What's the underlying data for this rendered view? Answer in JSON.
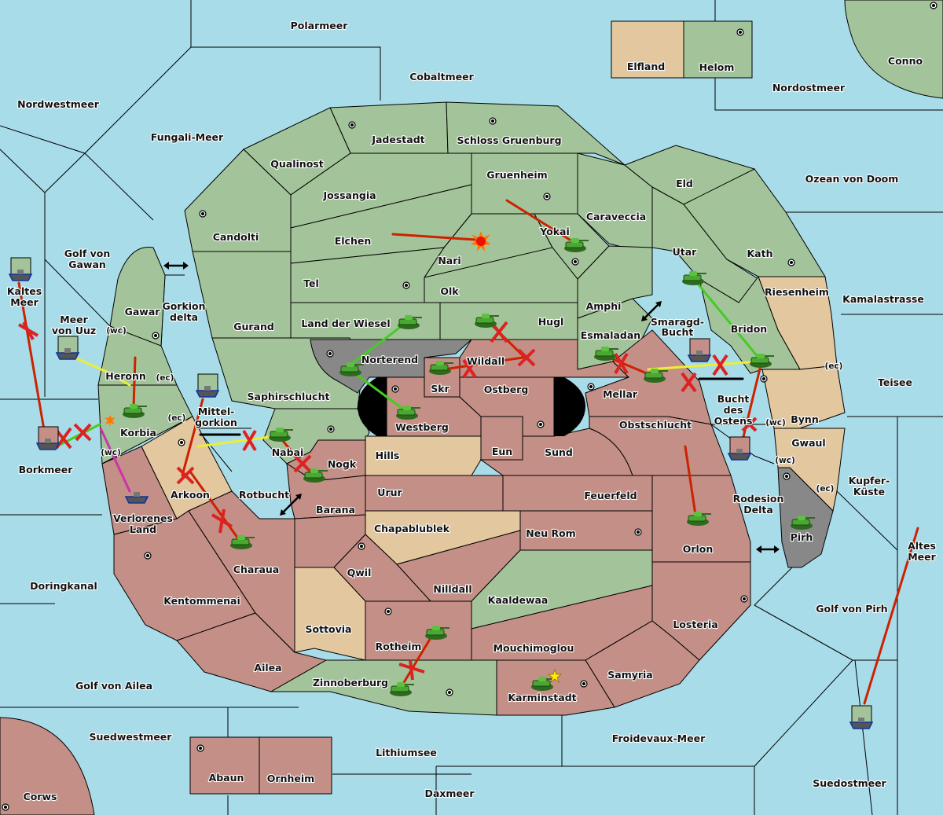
{
  "map": {
    "title": "Diplomacy map",
    "colors": {
      "sea": "#a8dce9",
      "green_power": "#a3c49a",
      "red_power": "#c38f86",
      "neutral": "#e2c79f",
      "impassable": "#888888",
      "move_order": "#cc2200",
      "support_order": "#44cc22",
      "convoy_order": "#eeee33",
      "retreat_order": "#cc33aa",
      "failed_marker": "#dd2222"
    }
  },
  "provinces": [
    {
      "name": "Polarmeer",
      "type": "sea"
    },
    {
      "name": "Cobaltmeer",
      "type": "sea"
    },
    {
      "name": "Nordwestmeer",
      "type": "sea"
    },
    {
      "name": "Fungali-Meer",
      "type": "sea"
    },
    {
      "name": "Nordostmeer",
      "type": "sea"
    },
    {
      "name": "Ozean von Doom",
      "type": "sea"
    },
    {
      "name": "Kamalastrasse",
      "type": "sea"
    },
    {
      "name": "Teisee",
      "type": "sea"
    },
    {
      "name": "Kupfer-Küste",
      "type": "sea"
    },
    {
      "name": "Altes Meer",
      "type": "sea"
    },
    {
      "name": "Golf von Pirh",
      "type": "sea"
    },
    {
      "name": "Suedostmeer",
      "type": "sea"
    },
    {
      "name": "Froidevaux-Meer",
      "type": "sea"
    },
    {
      "name": "Daxmeer",
      "type": "sea"
    },
    {
      "name": "Lithiumsee",
      "type": "sea"
    },
    {
      "name": "Suedwestmeer",
      "type": "sea"
    },
    {
      "name": "Golf von Ailea",
      "type": "sea"
    },
    {
      "name": "Doringkanal",
      "type": "sea"
    },
    {
      "name": "Borkmeer",
      "type": "sea"
    },
    {
      "name": "Kaltes Meer",
      "type": "sea"
    },
    {
      "name": "Meer von Uuz",
      "type": "sea"
    },
    {
      "name": "Golf von Gawan",
      "type": "sea"
    },
    {
      "name": "Gorkion delta",
      "type": "sea"
    },
    {
      "name": "Mittel-gorkion",
      "type": "sea"
    },
    {
      "name": "Rotbucht",
      "type": "sea"
    },
    {
      "name": "Smaragd-Bucht",
      "type": "sea"
    },
    {
      "name": "Bucht des Ostens",
      "type": "sea"
    },
    {
      "name": "Rodesion Delta",
      "type": "sea"
    },
    {
      "name": "Elfland",
      "type": "land",
      "owner": "neutral"
    },
    {
      "name": "Helom",
      "type": "land",
      "owner": "green",
      "supply": true
    },
    {
      "name": "Conno",
      "type": "land",
      "owner": "green",
      "supply": true
    },
    {
      "name": "Jadestadt",
      "type": "land",
      "owner": "green",
      "supply": true
    },
    {
      "name": "Schloss Gruenburg",
      "type": "land",
      "owner": "green",
      "supply": true
    },
    {
      "name": "Qualinost",
      "type": "land",
      "owner": "green"
    },
    {
      "name": "Jossangia",
      "type": "land",
      "owner": "green"
    },
    {
      "name": "Gruenheim",
      "type": "land",
      "owner": "green",
      "supply": true
    },
    {
      "name": "Caraveccia",
      "type": "land",
      "owner": "green"
    },
    {
      "name": "Eld",
      "type": "land",
      "owner": "green"
    },
    {
      "name": "Candolti",
      "type": "land",
      "owner": "green",
      "supply": true
    },
    {
      "name": "Elchen",
      "type": "land",
      "owner": "green"
    },
    {
      "name": "Nari",
      "type": "land",
      "owner": "green"
    },
    {
      "name": "Yokai",
      "type": "land",
      "owner": "green",
      "supply": true
    },
    {
      "name": "Utar",
      "type": "land",
      "owner": "green"
    },
    {
      "name": "Kath",
      "type": "land",
      "owner": "green",
      "supply": true
    },
    {
      "name": "Tel",
      "type": "land",
      "owner": "green",
      "supply": true
    },
    {
      "name": "Olk",
      "type": "land",
      "owner": "green"
    },
    {
      "name": "Amphi",
      "type": "land",
      "owner": "green"
    },
    {
      "name": "Riesenheim",
      "type": "land",
      "owner": "neutral"
    },
    {
      "name": "Gurand",
      "type": "land",
      "owner": "green"
    },
    {
      "name": "Land der Wiesel",
      "type": "land",
      "owner": "green"
    },
    {
      "name": "Hugl",
      "type": "land",
      "owner": "green"
    },
    {
      "name": "Esmaladan",
      "type": "land",
      "owner": "green"
    },
    {
      "name": "Bridon",
      "type": "land",
      "owner": "green",
      "supply": true
    },
    {
      "name": "Gawar",
      "type": "land",
      "owner": "green",
      "supply": true
    },
    {
      "name": "Heronn",
      "type": "land",
      "owner": "green"
    },
    {
      "name": "Korbia",
      "type": "land",
      "owner": "green"
    },
    {
      "name": "Norterend",
      "type": "land",
      "owner": "impassable",
      "supply": true
    },
    {
      "name": "Saphirschlucht",
      "type": "land",
      "owner": "green"
    },
    {
      "name": "Nabai",
      "type": "land",
      "owner": "green",
      "supply": true
    },
    {
      "name": "Skr",
      "type": "land",
      "owner": "red"
    },
    {
      "name": "Wildall",
      "type": "land",
      "owner": "red"
    },
    {
      "name": "Ostberg",
      "type": "land",
      "owner": "red",
      "supply": true
    },
    {
      "name": "Westberg",
      "type": "land",
      "owner": "red",
      "supply": true
    },
    {
      "name": "Mellar",
      "type": "land",
      "owner": "red",
      "supply": true
    },
    {
      "name": "Obstschlucht",
      "type": "land",
      "owner": "red"
    },
    {
      "name": "Eun",
      "type": "land",
      "owner": "red"
    },
    {
      "name": "Sund",
      "type": "land",
      "owner": "red",
      "supply": true
    },
    {
      "name": "Hills",
      "type": "land",
      "owner": "neutral"
    },
    {
      "name": "Nogk",
      "type": "land",
      "owner": "red"
    },
    {
      "name": "Arkoon",
      "type": "land",
      "owner": "neutral",
      "supply": true
    },
    {
      "name": "Verlorenes Land",
      "type": "land",
      "owner": "red"
    },
    {
      "name": "Barana",
      "type": "land",
      "owner": "red"
    },
    {
      "name": "Urur",
      "type": "land",
      "owner": "red"
    },
    {
      "name": "Feuerfeld",
      "type": "land",
      "owner": "red"
    },
    {
      "name": "Chapablublek",
      "type": "land",
      "owner": "neutral"
    },
    {
      "name": "Neu Rom",
      "type": "land",
      "owner": "red",
      "supply": true
    },
    {
      "name": "Charaua",
      "type": "land",
      "owner": "red"
    },
    {
      "name": "Qwil",
      "type": "land",
      "owner": "red",
      "supply": true
    },
    {
      "name": "Nilldall",
      "type": "land",
      "owner": "red"
    },
    {
      "name": "Kaaldewaa",
      "type": "land",
      "owner": "green"
    },
    {
      "name": "Orlon",
      "type": "land",
      "owner": "red",
      "supply": true
    },
    {
      "name": "Kentommenai",
      "type": "land",
      "owner": "red",
      "supply": true
    },
    {
      "name": "Sottovia",
      "type": "land",
      "owner": "neutral"
    },
    {
      "name": "Rotheim",
      "type": "land",
      "owner": "red",
      "supply": true
    },
    {
      "name": "Mouchimoglou",
      "type": "land",
      "owner": "red"
    },
    {
      "name": "Losteria",
      "type": "land",
      "owner": "red",
      "supply": true
    },
    {
      "name": "Ailea",
      "type": "land",
      "owner": "red"
    },
    {
      "name": "Zinnoberburg",
      "type": "land",
      "owner": "green",
      "supply": true
    },
    {
      "name": "Karminstadt",
      "type": "land",
      "owner": "red",
      "supply": true
    },
    {
      "name": "Samyria",
      "type": "land",
      "owner": "red"
    },
    {
      "name": "Bynn",
      "type": "land",
      "owner": "neutral"
    },
    {
      "name": "Gwaul",
      "type": "land",
      "owner": "neutral"
    },
    {
      "name": "Pirh",
      "type": "land",
      "owner": "impassable",
      "supply": true
    },
    {
      "name": "Abaun",
      "type": "land",
      "owner": "red",
      "supply": true
    },
    {
      "name": "Ornheim",
      "type": "land",
      "owner": "red"
    },
    {
      "name": "Corws",
      "type": "land",
      "owner": "red",
      "supply": true
    }
  ],
  "labels": {
    "polarmeer": "Polarmeer",
    "cobaltmeer": "Cobaltmeer",
    "nordwestmeer": "Nordwestmeer",
    "fungali": "Fungali-Meer",
    "nordostmeer": "Nordostmeer",
    "ozean": "Ozean von Doom",
    "kamala": "Kamalastrasse",
    "teisee": "Teisee",
    "kupfer1": "Kupfer-",
    "kupfer2": "Küste",
    "altes1": "Altes",
    "altes2": "Meer",
    "golfpirh": "Golf von Pirh",
    "suedostmeer": "Suedostmeer",
    "froidevaux": "Froidevaux-Meer",
    "daxmeer": "Daxmeer",
    "lithiumsee": "Lithiumsee",
    "suedwestmeer": "Suedwestmeer",
    "golfailea": "Golf von Ailea",
    "doringkanal": "Doringkanal",
    "borkmeer": "Borkmeer",
    "kaltes1": "Kaltes",
    "kaltes2": "Meer",
    "uuz1": "Meer",
    "uuz2": "von Uuz",
    "gawan1": "Golf von",
    "gawan2": "Gawan",
    "gorkion1": "Gorkion",
    "gorkion2": "delta",
    "mittel1": "Mittel-",
    "mittel2": "gorkion",
    "rotbucht": "Rotbucht",
    "smaragd1": "Smaragd-",
    "smaragd2": "Bucht",
    "bucht1": "Bucht",
    "bucht2": "des",
    "bucht3": "Ostens",
    "rodesion1": "Rodesion",
    "rodesion2": "Delta",
    "elfland": "Elfland",
    "helom": "Helom",
    "conno": "Conno",
    "jadestadt": "Jadestadt",
    "schloss": "Schloss Gruenburg",
    "qualinost": "Qualinost",
    "jossangia": "Jossangia",
    "gruenheim": "Gruenheim",
    "caraveccia": "Caraveccia",
    "eld": "Eld",
    "candolti": "Candolti",
    "elchen": "Elchen",
    "nari": "Nari",
    "yokai": "Yokai",
    "utar": "Utar",
    "kath": "Kath",
    "tel": "Tel",
    "olk": "Olk",
    "amphi": "Amphi",
    "riesenheim": "Riesenheim",
    "gurand": "Gurand",
    "wiesel": "Land der Wiesel",
    "hugl": "Hugl",
    "esmaladan": "Esmaladan",
    "bridon": "Bridon",
    "gawar": "Gawar",
    "heronn": "Heronn",
    "korbia": "Korbia",
    "norterend": "Norterend",
    "saphir": "Saphirschlucht",
    "nabai": "Nabai",
    "skr": "Skr",
    "wildall": "Wildall",
    "ostberg": "Ostberg",
    "westberg": "Westberg",
    "mellar": "Mellar",
    "obst": "Obstschlucht",
    "eun": "Eun",
    "sund": "Sund",
    "hills": "Hills",
    "nogk": "Nogk",
    "arkoon": "Arkoon",
    "verl1": "Verlorenes",
    "verl2": "Land",
    "barana": "Barana",
    "urur": "Urur",
    "feuerfeld": "Feuerfeld",
    "chapa": "Chapablublek",
    "neurom": "Neu Rom",
    "charaua": "Charaua",
    "qwil": "Qwil",
    "nilldall": "Nilldall",
    "kaaldewaa": "Kaaldewaa",
    "orlon": "Orlon",
    "kentommenai": "Kentommenai",
    "sottovia": "Sottovia",
    "rotheim": "Rotheim",
    "mouchi": "Mouchimoglou",
    "losteria": "Losteria",
    "ailea": "Ailea",
    "zinnoberburg": "Zinnoberburg",
    "karminstadt": "Karminstadt",
    "samyria": "Samyria",
    "bynn": "Bynn",
    "gwaul": "Gwaul",
    "pirh": "Pirh",
    "abaun": "Abaun",
    "ornheim": "Ornheim",
    "corws": "Corws",
    "wc": "(wc)",
    "ec": "(ec)"
  },
  "units": [
    {
      "type": "fleet",
      "location": "Kaltes Meer",
      "owner": "green"
    },
    {
      "type": "fleet",
      "location": "Meer von Uuz",
      "owner": "green"
    },
    {
      "type": "fleet",
      "location": "Borkmeer",
      "owner": "red"
    },
    {
      "type": "fleet",
      "location": "Mittel-gorkion",
      "owner": "green"
    },
    {
      "type": "fleet",
      "location": "Verlorenes Land",
      "owner": "dislodged"
    },
    {
      "type": "fleet",
      "location": "Smaragd-Bucht",
      "owner": "red"
    },
    {
      "type": "fleet",
      "location": "Bucht des Ostens",
      "owner": "red"
    },
    {
      "type": "fleet",
      "location": "Altes Meer",
      "owner": "green"
    },
    {
      "type": "army",
      "location": "Korbia",
      "owner": "green"
    },
    {
      "type": "army",
      "location": "Nabai",
      "owner": "green"
    },
    {
      "type": "army",
      "location": "Nogk",
      "owner": "green"
    },
    {
      "type": "army",
      "location": "Charaua",
      "owner": "green"
    },
    {
      "type": "army",
      "location": "Land der Wiesel",
      "owner": "green"
    },
    {
      "type": "army",
      "location": "Norterend",
      "owner": "green"
    },
    {
      "type": "army",
      "location": "Westberg",
      "owner": "green"
    },
    {
      "type": "army",
      "location": "Skr",
      "owner": "green"
    },
    {
      "type": "army",
      "location": "Hugl",
      "owner": "green"
    },
    {
      "type": "army",
      "location": "Nari",
      "owner": "green",
      "destroyed": true
    },
    {
      "type": "army",
      "location": "Yokai",
      "owner": "green"
    },
    {
      "type": "army",
      "location": "Utar",
      "owner": "green"
    },
    {
      "type": "army",
      "location": "Esmaladan",
      "owner": "green"
    },
    {
      "type": "army",
      "location": "Mellar",
      "owner": "green"
    },
    {
      "type": "army",
      "location": "Bridon",
      "owner": "green"
    },
    {
      "type": "army",
      "location": "Orlon",
      "owner": "green"
    },
    {
      "type": "army",
      "location": "Pirh",
      "owner": "green"
    },
    {
      "type": "army",
      "location": "Rotheim",
      "owner": "green"
    },
    {
      "type": "army",
      "location": "Zinnoberburg",
      "owner": "green"
    },
    {
      "type": "army",
      "location": "Karminstadt",
      "owner": "green",
      "built": true
    }
  ],
  "orders": [
    {
      "unit": "Kaltes Meer",
      "action": "move",
      "target": "Borkmeer",
      "result": "failed"
    },
    {
      "unit": "Meer von Uuz",
      "action": "convoy",
      "target": "Korbia"
    },
    {
      "unit": "Heronn",
      "action": "move",
      "target": "Korbia"
    },
    {
      "unit": "Korbia",
      "action": "support",
      "target": "Borkmeer",
      "result": "cut"
    },
    {
      "unit": "Verlorenes Land",
      "action": "retreat",
      "from": "Korbia"
    },
    {
      "unit": "Mittel-gorkion",
      "action": "move",
      "target": "Arkoon",
      "result": "failed"
    },
    {
      "unit": "Nabai",
      "action": "convoy",
      "target": "Mittel-gorkion",
      "result": "failed"
    },
    {
      "unit": "Nogk",
      "action": "move",
      "target": "Nabai",
      "result": "failed"
    },
    {
      "unit": "Charaua",
      "action": "move",
      "target": "Arkoon",
      "result": "failed"
    },
    {
      "unit": "Elchen",
      "action": "move",
      "target": "Nari"
    },
    {
      "unit": "Gruenheim",
      "action": "move",
      "target": "Yokai"
    },
    {
      "unit": "Land der Wiesel",
      "action": "support",
      "target": "Norterend"
    },
    {
      "unit": "Westberg",
      "action": "support",
      "target": "Norterend"
    },
    {
      "unit": "Skr",
      "action": "move",
      "target": "Wildall",
      "result": "failed"
    },
    {
      "unit": "Hugl",
      "action": "move",
      "target": "Wildall",
      "result": "failed"
    },
    {
      "unit": "Esmaladan",
      "action": "move",
      "target": "Mellar",
      "result": "failed"
    },
    {
      "unit": "Utar",
      "action": "support",
      "target": "Bridon"
    },
    {
      "unit": "Bridon",
      "action": "convoy",
      "target": "Mellar",
      "result": "failed"
    },
    {
      "unit": "Bucht des Ostens",
      "action": "move",
      "target": "Bridon",
      "result": "failed"
    },
    {
      "unit": "Obstschlucht",
      "action": "move",
      "target": "Orlon"
    },
    {
      "unit": "Zinnoberburg",
      "action": "move",
      "target": "Rotheim",
      "result": "failed"
    },
    {
      "unit": "Altes Meer",
      "action": "move",
      "target": "Suedostmeer"
    }
  ]
}
